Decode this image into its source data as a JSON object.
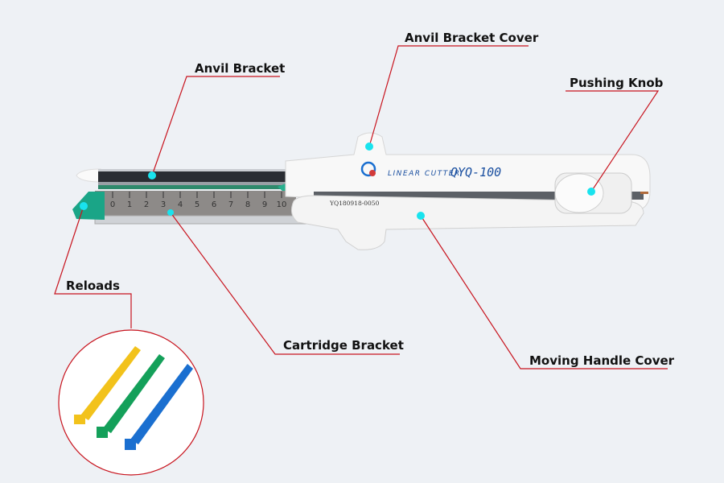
{
  "labels": {
    "anvil_bracket": "Anvil Bracket",
    "anvil_bracket_cover": "Anvil Bracket Cover",
    "pushing_knob": "Pushing Knob",
    "reloads": "Reloads",
    "cartridge_bracket": "Cartridge Bracket",
    "moving_handle_cover": "Moving Handle Cover"
  },
  "device": {
    "brand_text": "LINEAR CUTTER",
    "model": "QYQ-100",
    "serial": "YQ180918-0050",
    "ruler_marks": [
      "0",
      "1",
      "2",
      "3",
      "4",
      "5",
      "6",
      "7",
      "8",
      "9",
      "10"
    ]
  },
  "colors": {
    "leader": "#c8141e",
    "marker": "#19e3ee",
    "reload_yellow": "#f2c21b",
    "reload_green": "#14a05a",
    "reload_blue": "#1a6fd0"
  }
}
